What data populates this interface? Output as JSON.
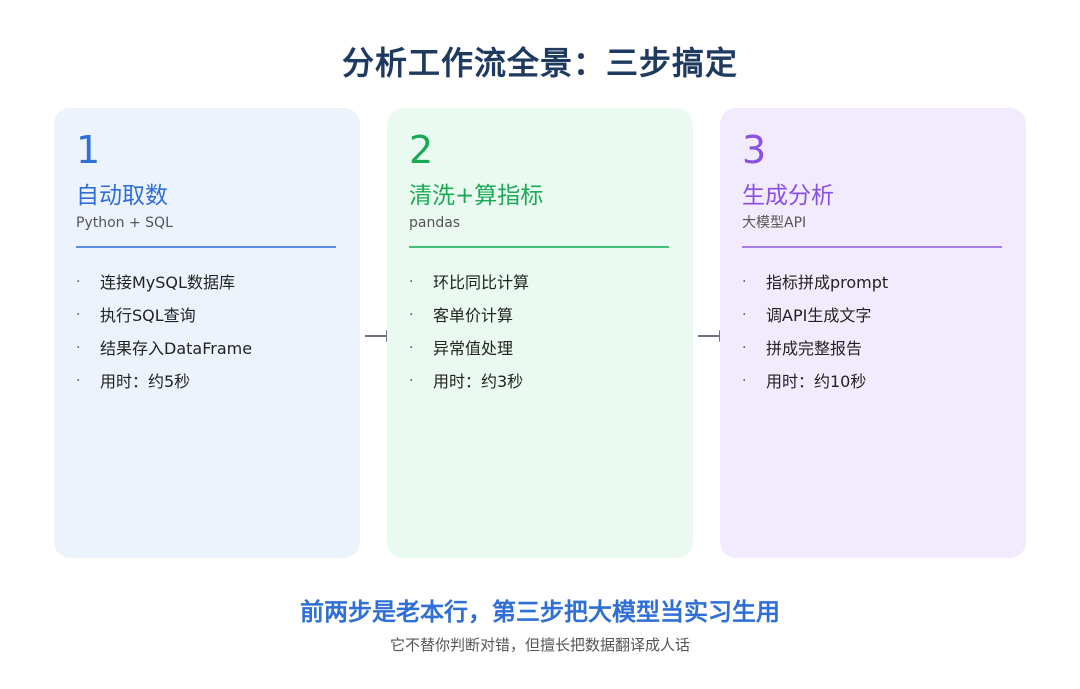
{
  "title": "分析工作流全景：三步搞定",
  "steps": [
    {
      "number": "1",
      "title": "自动取数",
      "subtitle": "Python + SQL",
      "items": [
        "连接MySQL数据库",
        "执行SQL查询",
        "结果存入DataFrame",
        "用时：约5秒"
      ]
    },
    {
      "number": "2",
      "title": "清洗+算指标",
      "subtitle": "pandas",
      "items": [
        "环比同比计算",
        "客单价计算",
        "异常值处理",
        "用时：约3秒"
      ]
    },
    {
      "number": "3",
      "title": "生成分析",
      "subtitle": "大模型API",
      "items": [
        "指标拼成prompt",
        "调API生成文字",
        "拼成完整报告",
        "用时：约10秒"
      ]
    }
  ],
  "bullet": "·",
  "footer": {
    "headline": "前两步是老本行，第三步把大模型当实习生用",
    "note": "它不替你判断对错，但擅长把数据翻译成人话"
  },
  "colors": {
    "title": "#1f3a5f",
    "step1": "#2f6fd6",
    "step2": "#1aaa55",
    "step3": "#8a4fe3",
    "arrow": "#6b7280"
  }
}
